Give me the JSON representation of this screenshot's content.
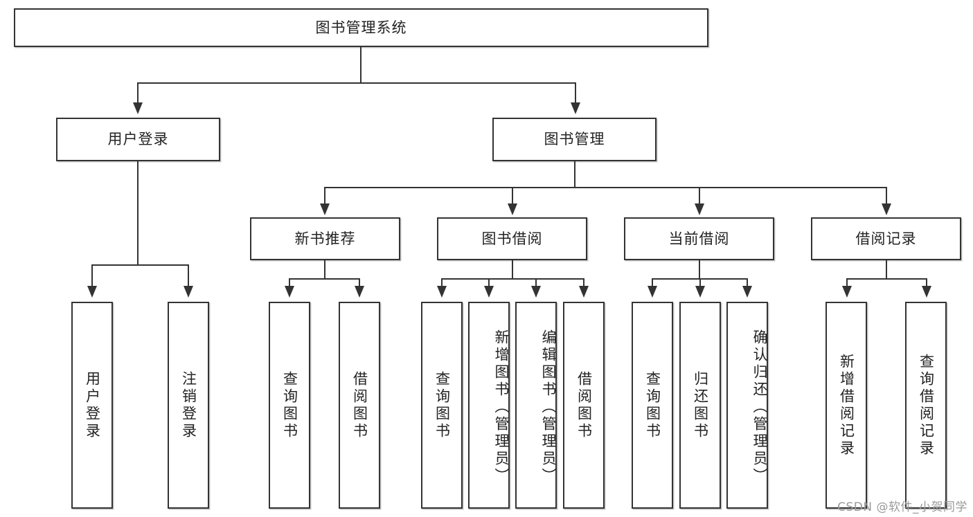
{
  "diagram": {
    "title": "图书管理系统",
    "type": "tree-hierarchy",
    "levels": 4,
    "colors": {
      "box_border": "#333333",
      "box_fill": "#ffffff",
      "connector": "#333333",
      "text": "#222222",
      "watermark": "#9a9a9a"
    }
  },
  "root": {
    "label": "图书管理系统"
  },
  "level2": {
    "user_login": {
      "label": "用户登录"
    },
    "book_manage": {
      "label": "图书管理"
    }
  },
  "level3": {
    "new_book_recommend": {
      "label": "新书推荐"
    },
    "book_borrow": {
      "label": "图书借阅"
    },
    "current_borrow": {
      "label": "当前借阅"
    },
    "borrow_record": {
      "label": "借阅记录"
    }
  },
  "leaves": {
    "user_login": [
      {
        "label": "用户登录"
      },
      {
        "label": "注销登录"
      }
    ],
    "new_book_recommend": [
      {
        "label": "查询图书"
      },
      {
        "label": "借阅图书"
      }
    ],
    "book_borrow": [
      {
        "label": "查询图书"
      },
      {
        "label": "新增图书（管理员）"
      },
      {
        "label": "编辑图书（管理员）"
      },
      {
        "label": "借阅图书"
      }
    ],
    "current_borrow": [
      {
        "label": "查询图书"
      },
      {
        "label": "归还图书"
      },
      {
        "label": "确认归还（管理员）"
      }
    ],
    "borrow_record": [
      {
        "label": "新增借阅记录"
      },
      {
        "label": "查询借阅记录"
      }
    ]
  },
  "watermark": {
    "text": "CSDN @软件_小贺同学"
  }
}
